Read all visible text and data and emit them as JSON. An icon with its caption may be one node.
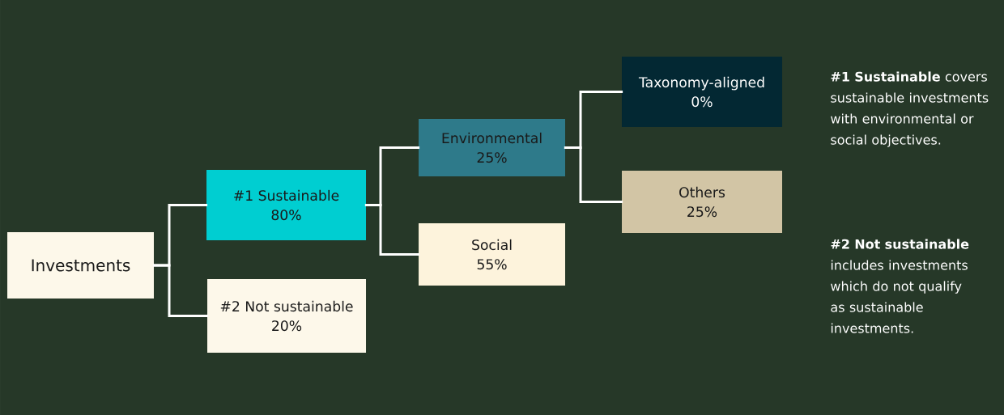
{
  "diagram": {
    "nodes": [
      {
        "text": [
          "Investments"
        ]
      },
      {
        "text": [
          "#1 Sustainable",
          "80%"
        ]
      },
      {
        "text": [
          "#2 Not sustainable",
          "20%"
        ]
      },
      {
        "text": [
          "Environmental",
          "25%"
        ]
      },
      {
        "text": [
          "Social",
          "55%"
        ]
      },
      {
        "text": [
          "Taxonomy-aligned",
          "0%"
        ]
      },
      {
        "text": [
          "Others",
          "25%"
        ]
      }
    ],
    "edges": [
      {
        "from": 0,
        "to": 1,
        "arrow": "none"
      },
      {
        "from": 0,
        "to": 2,
        "arrow": "none"
      },
      {
        "from": 1,
        "to": 3,
        "arrow": "none"
      },
      {
        "from": 1,
        "to": 4,
        "arrow": "none"
      },
      {
        "from": 3,
        "to": 5,
        "arrow": "none"
      },
      {
        "from": 3,
        "to": 6,
        "arrow": "none"
      }
    ],
    "labels": [
      "**#1 Sustainable** covers sustainable investments with environmental or social objectives.",
      "**#2 Not sustainable** includes investments which do not qualify as sustainable investments."
    ]
  }
}
